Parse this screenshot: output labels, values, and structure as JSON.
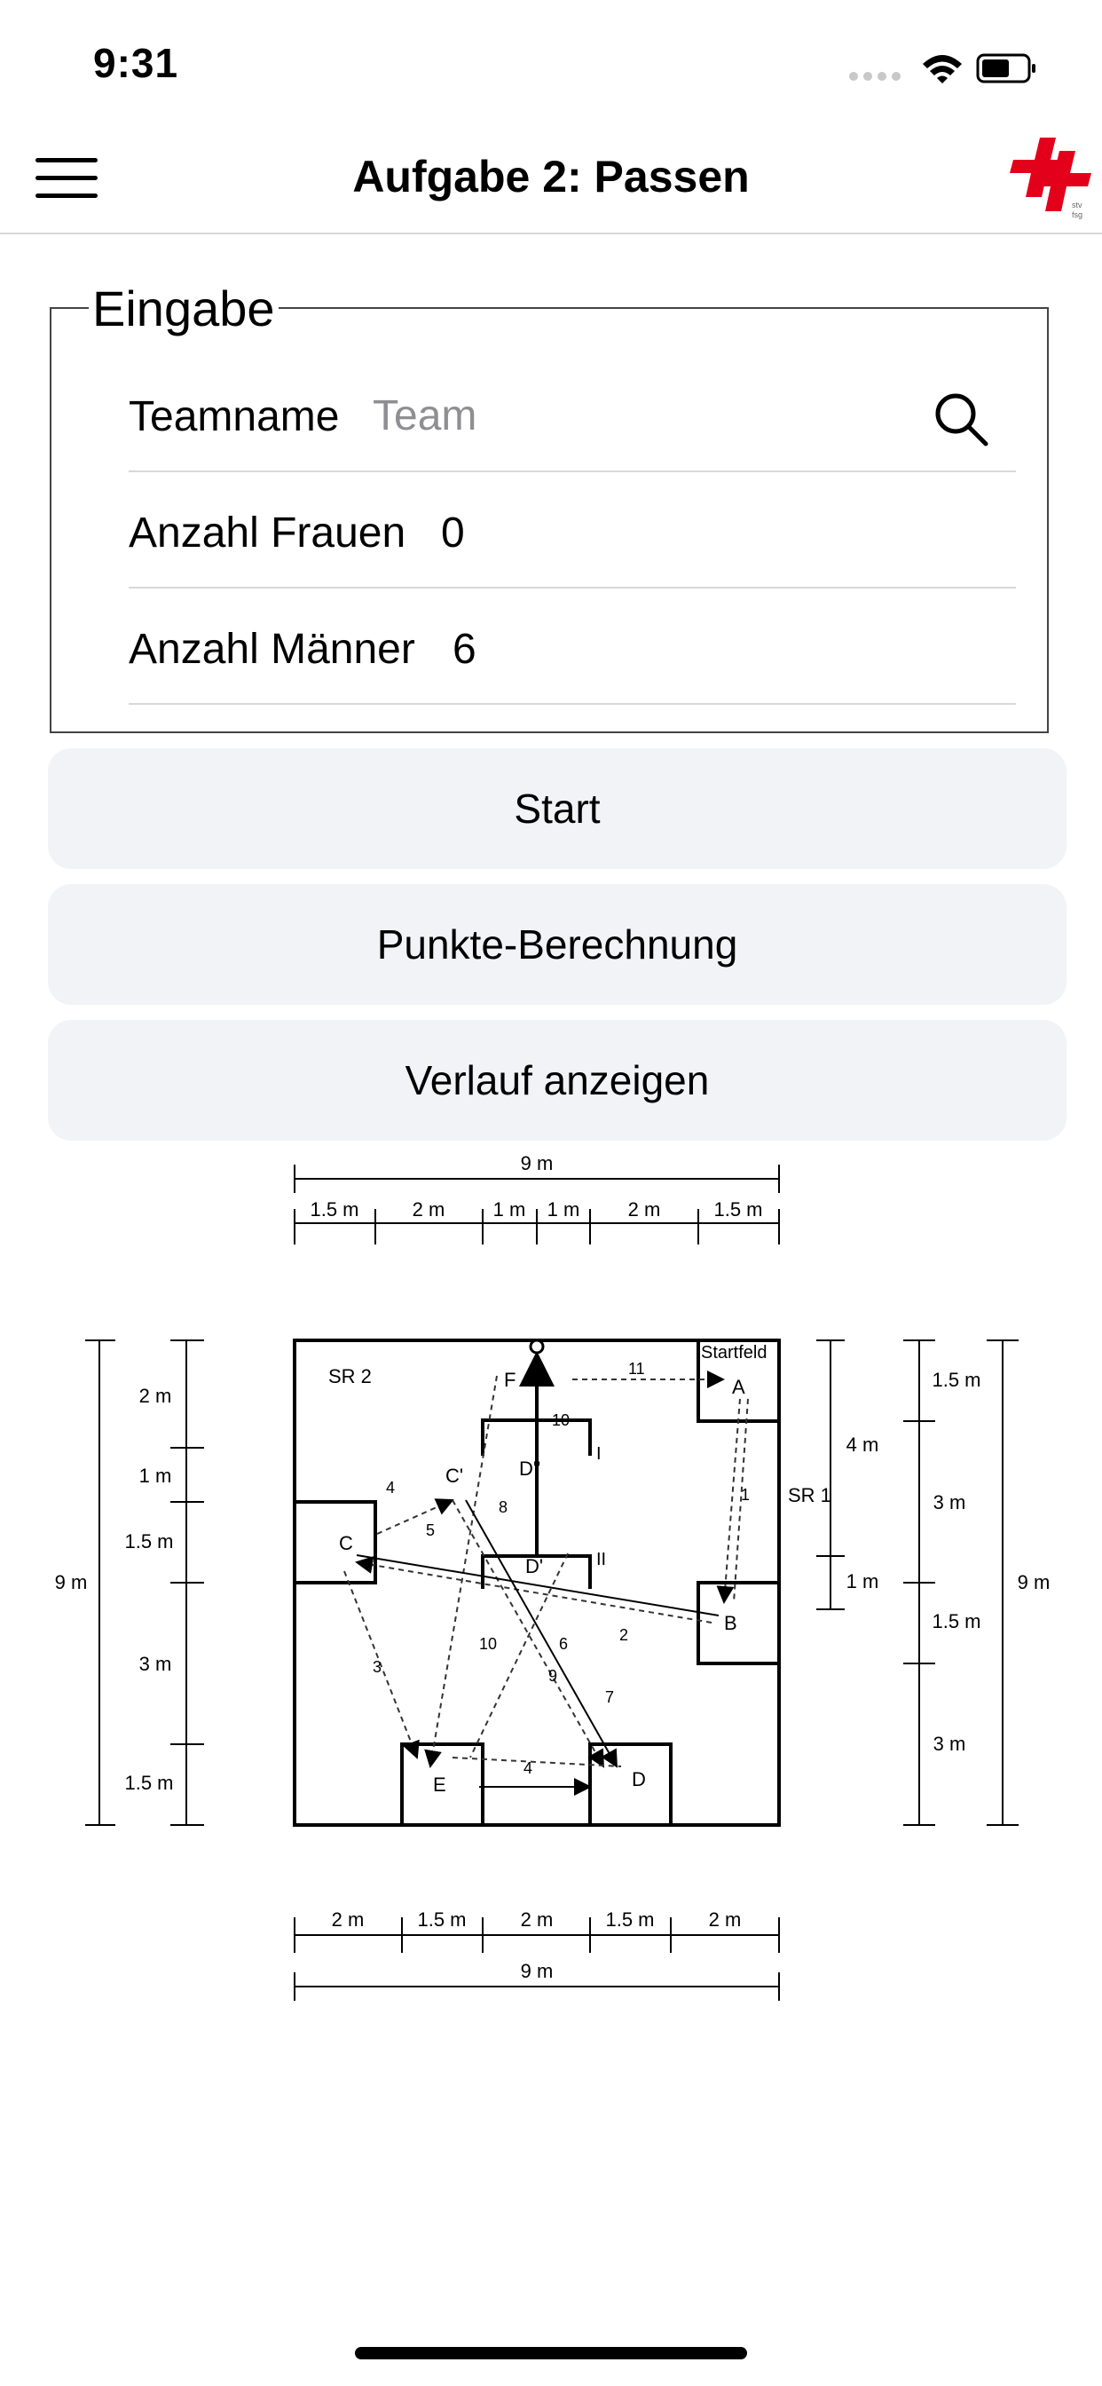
{
  "status": {
    "time": "9:31"
  },
  "nav": {
    "title": "Aufgabe 2: Passen",
    "menu_icon": "hamburger-menu-icon",
    "logo_icon": "swiss-cross-logo-icon"
  },
  "form": {
    "legend": "Eingabe",
    "team": {
      "label": "Teamname",
      "value": "",
      "placeholder": "Team"
    },
    "women": {
      "label": "Anzahl Frauen",
      "value": "0"
    },
    "men": {
      "label": "Anzahl Männer",
      "value": "6"
    },
    "search_icon": "search-icon"
  },
  "buttons": {
    "start": "Start",
    "points": "Punkte-Berechnung",
    "history": "Verlauf anzeigen"
  },
  "diagram": {
    "top_total": "9 m",
    "top_segments": [
      "1.5 m",
      "2 m",
      "1 m",
      "1 m",
      "2 m",
      "1.5 m"
    ],
    "bottom_total": "9 m",
    "bottom_segments": [
      "2 m",
      "1.5 m",
      "2 m",
      "1.5 m",
      "2 m"
    ],
    "left_total": "9 m",
    "left_segments": [
      "2 m",
      "1 m",
      "1.5 m",
      "3 m",
      "1.5 m"
    ],
    "right_inner": [
      "4 m",
      "1 m"
    ],
    "right_outer": [
      "1.5 m",
      "3 m",
      "1.5 m",
      "3 m"
    ],
    "right_total": "9 m",
    "zone_labels": {
      "sr2": "SR 2",
      "sr1": "SR 1",
      "startfeld": "Startfeld"
    },
    "points": {
      "A": "A",
      "B": "B",
      "C": "C",
      "C1": "C'",
      "D": "D",
      "D1": "D'",
      "D2": "D''",
      "E": "E",
      "F": "F",
      "I": "I",
      "II": "II"
    },
    "pass_numbers": [
      "1",
      "2",
      "3",
      "4",
      "4",
      "5",
      "6",
      "7",
      "8",
      "9",
      "10",
      "10",
      "11"
    ]
  }
}
